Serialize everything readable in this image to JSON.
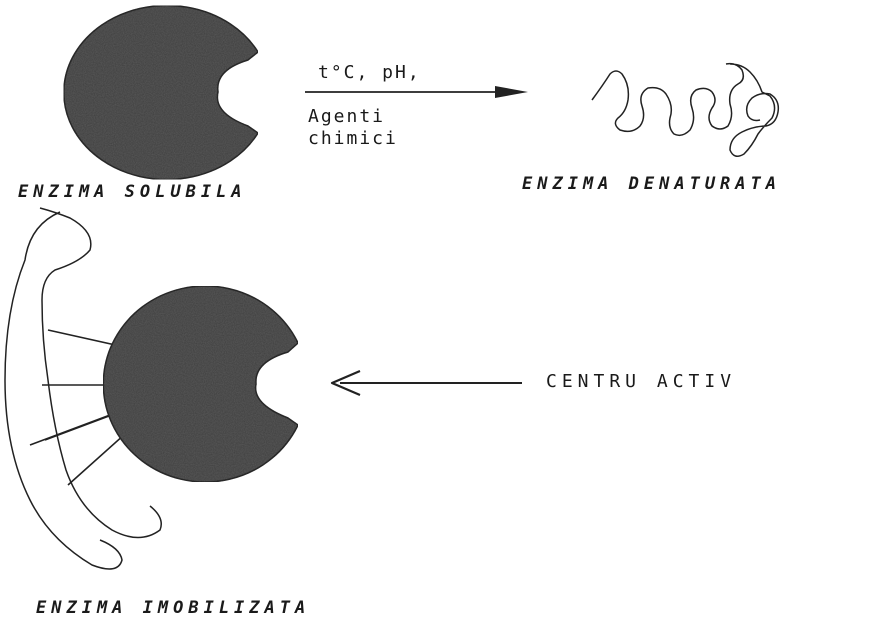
{
  "labels": {
    "conditions_line1": "t°C, pH,",
    "conditions_line2": "Agenti",
    "conditions_line3": "chimici",
    "soluble": "ENZIMA SOLUBILA",
    "denatured": "ENZIMA DENATURATA",
    "active_center": "CENTRU ACTIV",
    "immobilized": "ENZIMA IMOBILIZATA"
  }
}
